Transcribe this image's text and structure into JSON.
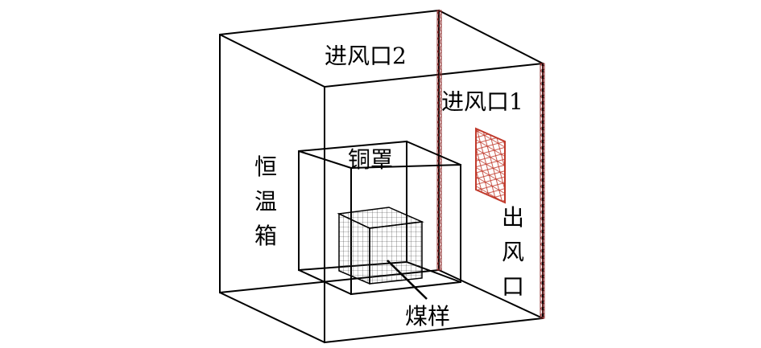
{
  "labels": {
    "inlet_top": "进风口2",
    "inlet_side": "进风口1",
    "hood": "铜罩",
    "chamber": [
      "恒",
      "温",
      "箱"
    ],
    "outlet": [
      "出",
      "风",
      "口"
    ],
    "sample": "煤样"
  },
  "colors": {
    "line": "#000000",
    "mesh": "#3a3a3a",
    "vent": "#c0392b"
  }
}
